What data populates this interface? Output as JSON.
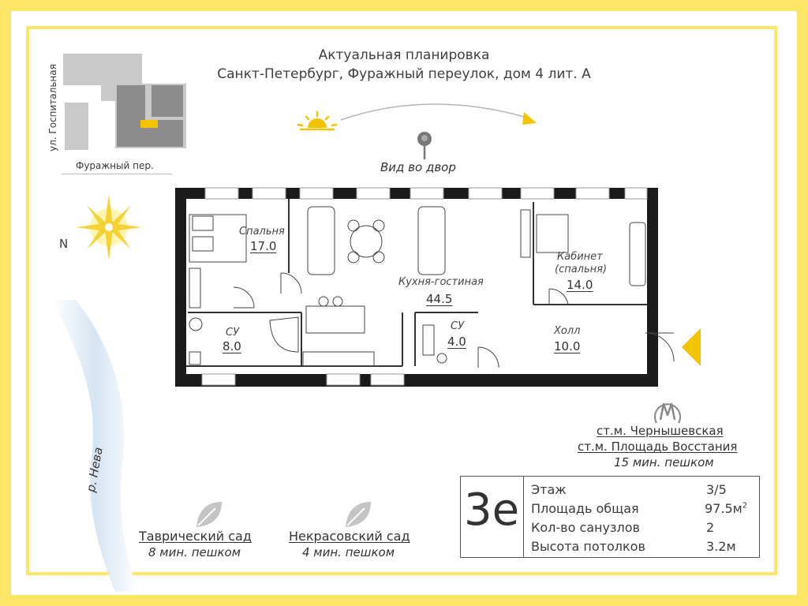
{
  "header": {
    "line1": "Актуальная планировка",
    "line2": "Санкт-Петербург, Фуражный переулок, дом 4 лит. А"
  },
  "map": {
    "street_vertical": "ул. Госпитальная",
    "street_horizontal": "Фуражный пер.",
    "river": "р. Нева",
    "north": "N"
  },
  "view_label": "Вид во двор",
  "rooms": [
    {
      "name": "Спальня",
      "area": "17.0"
    },
    {
      "name": "Кухня-гостиная",
      "area": "44.5"
    },
    {
      "name": "Кабинет",
      "name2": "(спальня)",
      "area": "14.0"
    },
    {
      "name": "СУ",
      "area": "8.0"
    },
    {
      "name": "СУ",
      "area": "4.0"
    },
    {
      "name": "Холл",
      "area": "10.0"
    }
  ],
  "metro": {
    "station1": "ст.м. Чернышевская",
    "station2": "ст.м. Площадь Восстания",
    "walk": "15 мин. пешком"
  },
  "parks": [
    {
      "name": "Таврический сад",
      "walk": "8 мин. пешком"
    },
    {
      "name": "Некрасовский сад",
      "walk": "4 мин. пешком"
    }
  ],
  "specs": {
    "code": "3е",
    "rows": [
      {
        "label": "Этаж",
        "value": "3/5"
      },
      {
        "label": "Площадь общая",
        "value": "97.5м",
        "sup": "2"
      },
      {
        "label": "Кол-во санузлов",
        "value": "2"
      },
      {
        "label": "Высота потолков",
        "value": "3.2м"
      }
    ]
  },
  "colors": {
    "frame": "#fde567",
    "accent": "#f5c400",
    "wall": "#1b1b1b"
  }
}
